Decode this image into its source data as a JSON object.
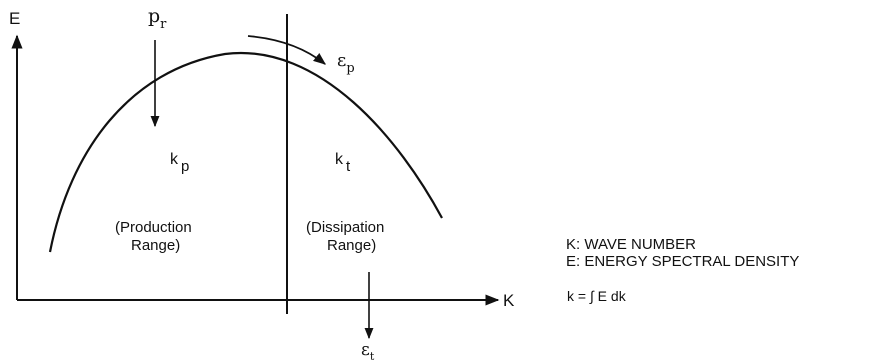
{
  "axes": {
    "y_label": "E",
    "x_label": "K"
  },
  "annotations": {
    "production_flux": {
      "symbol": "p",
      "subscript": "r"
    },
    "dissipation_flux": {
      "symbol": "ε",
      "subscript": "p"
    },
    "bottom_flux": {
      "symbol": "ε",
      "subscript": "t"
    },
    "production_k": {
      "symbol": "k",
      "subscript": "p"
    },
    "dissipation_k": {
      "symbol": "k",
      "subscript": "t"
    }
  },
  "regions": {
    "production": {
      "line1": "(Production",
      "line2": "Range)"
    },
    "dissipation": {
      "line1": "(Dissipation",
      "line2": "Range)"
    }
  },
  "legend": {
    "k_def": "K:  WAVE NUMBER",
    "e_def": "E:  ENERGY SPECTRAL DENSITY"
  },
  "formula": "k = ∫ E  dk",
  "colors": {
    "ink": "#111111",
    "background": "#ffffff"
  }
}
